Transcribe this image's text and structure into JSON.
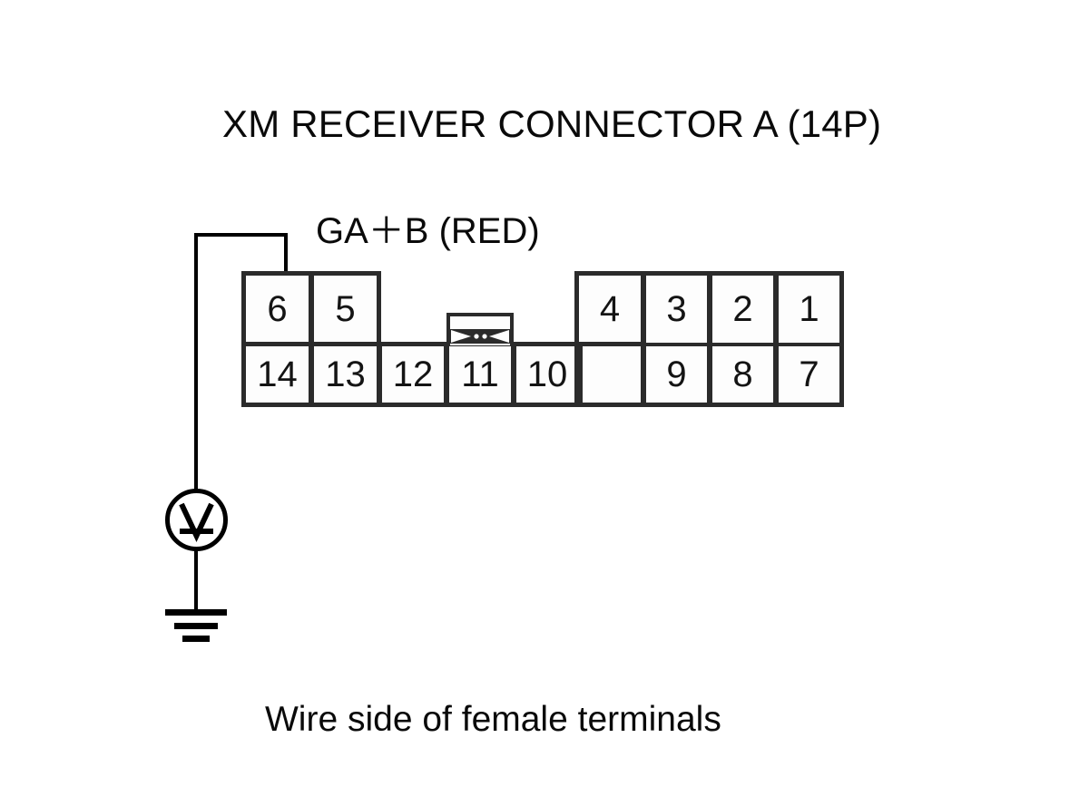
{
  "diagram": {
    "title": "XM RECEIVER CONNECTOR A (14P)",
    "caption": "Wire side of female terminals",
    "wire_label": "GA＋B (RED)",
    "measured_pin": "6",
    "colors": {
      "line": "#000000",
      "cell_border": "#2b2b2b",
      "cell_fill": "#fdfdfd",
      "text": "#0a0a0a",
      "background": "#ffffff"
    },
    "instrument": {
      "type": "voltmeter",
      "symbol": "V",
      "ground": "chassis-ground"
    },
    "connector": {
      "name": "XM RECEIVER CONNECTOR A",
      "pin_count": "14P",
      "view": "Wire side of female terminals",
      "rows": [
        {
          "name": "top",
          "blocks": [
            {
              "name": "top-left",
              "pins": [
                "6",
                "5"
              ]
            },
            {
              "name": "top-right",
              "pins": [
                "4",
                "3",
                "2",
                "1"
              ]
            }
          ]
        },
        {
          "name": "bottom",
          "blocks": [
            {
              "name": "bottom-left",
              "pins": [
                "14",
                "13",
                "12",
                "11",
                "10"
              ]
            },
            {
              "name": "bottom-right",
              "pins": [
                "",
                "9",
                "8",
                "7"
              ]
            }
          ]
        }
      ]
    }
  }
}
